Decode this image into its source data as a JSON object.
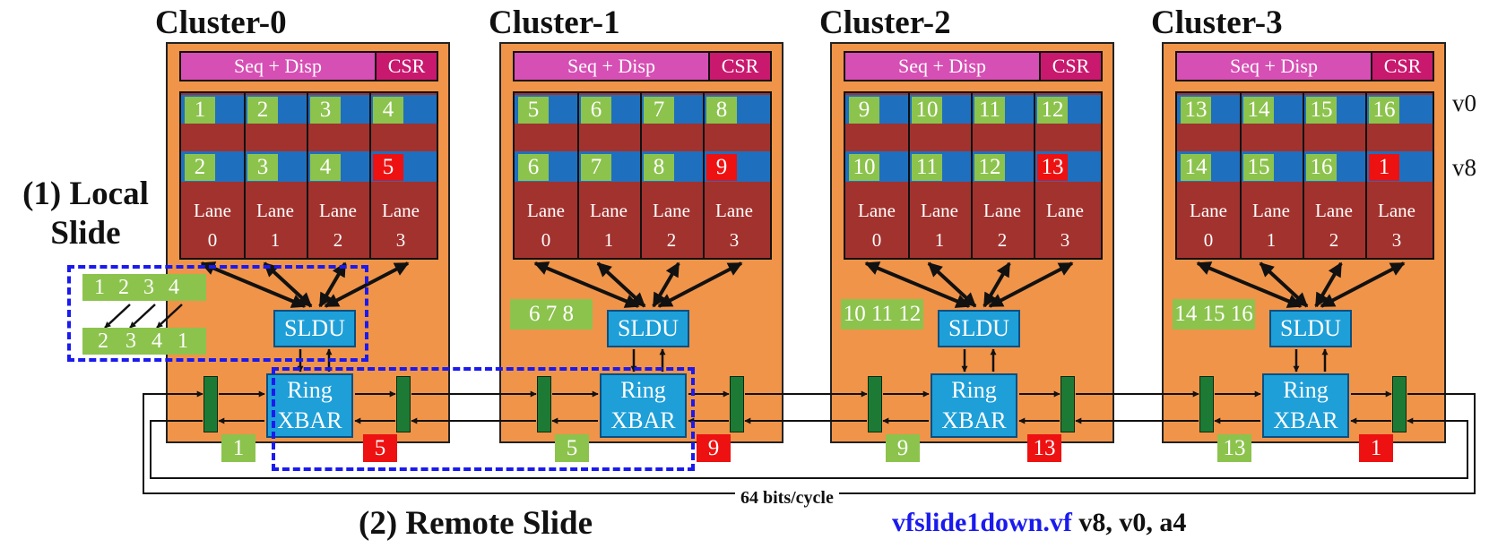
{
  "clusters": [
    {
      "title": "Cluster-0",
      "seq": "Seq + Disp",
      "csr": "CSR",
      "v0": [
        "1",
        "2",
        "3",
        "4"
      ],
      "v8": [
        {
          "v": "2",
          "red": false
        },
        {
          "v": "3",
          "red": false
        },
        {
          "v": "4",
          "red": false
        },
        {
          "v": "5",
          "red": true
        }
      ],
      "lanes": [
        [
          "Lane",
          "0"
        ],
        [
          "Lane",
          "1"
        ],
        [
          "Lane",
          "2"
        ],
        [
          "Lane",
          "3"
        ]
      ],
      "sldu": "SLDU",
      "xbar": [
        "Ring",
        "XBAR"
      ],
      "left_num": {
        "v": "1",
        "red": false
      },
      "right_num": {
        "v": "5",
        "red": true
      },
      "side": ""
    },
    {
      "title": "Cluster-1",
      "seq": "Seq + Disp",
      "csr": "CSR",
      "v0": [
        "5",
        "6",
        "7",
        "8"
      ],
      "v8": [
        {
          "v": "6",
          "red": false
        },
        {
          "v": "7",
          "red": false
        },
        {
          "v": "8",
          "red": false
        },
        {
          "v": "9",
          "red": true
        }
      ],
      "lanes": [
        [
          "Lane",
          "0"
        ],
        [
          "Lane",
          "1"
        ],
        [
          "Lane",
          "2"
        ],
        [
          "Lane",
          "3"
        ]
      ],
      "sldu": "SLDU",
      "xbar": [
        "Ring",
        "XBAR"
      ],
      "left_num": {
        "v": "5",
        "red": false
      },
      "right_num": {
        "v": "9",
        "red": true
      },
      "side": "6 7 8"
    },
    {
      "title": "Cluster-2",
      "seq": "Seq + Disp",
      "csr": "CSR",
      "v0": [
        "9",
        "10",
        "11",
        "12"
      ],
      "v8": [
        {
          "v": "10",
          "red": false
        },
        {
          "v": "11",
          "red": false
        },
        {
          "v": "12",
          "red": false
        },
        {
          "v": "13",
          "red": true
        }
      ],
      "lanes": [
        [
          "Lane",
          "0"
        ],
        [
          "Lane",
          "1"
        ],
        [
          "Lane",
          "2"
        ],
        [
          "Lane",
          "3"
        ]
      ],
      "sldu": "SLDU",
      "xbar": [
        "Ring",
        "XBAR"
      ],
      "left_num": {
        "v": "9",
        "red": false
      },
      "right_num": {
        "v": "13",
        "red": true
      },
      "side": "10 11 12"
    },
    {
      "title": "Cluster-3",
      "seq": "Seq + Disp",
      "csr": "CSR",
      "v0": [
        "13",
        "14",
        "15",
        "16"
      ],
      "v8": [
        {
          "v": "14",
          "red": false
        },
        {
          "v": "15",
          "red": false
        },
        {
          "v": "16",
          "red": false
        },
        {
          "v": "1",
          "red": true
        }
      ],
      "lanes": [
        [
          "Lane",
          "0"
        ],
        [
          "Lane",
          "1"
        ],
        [
          "Lane",
          "2"
        ],
        [
          "Lane",
          "3"
        ]
      ],
      "sldu": "SLDU",
      "xbar": [
        "Ring",
        "XBAR"
      ],
      "left_num": {
        "v": "13",
        "red": false
      },
      "right_num": {
        "v": "1",
        "red": true
      },
      "side": "14 15 16"
    }
  ],
  "reg_names": {
    "top": "v0",
    "bottom": "v8"
  },
  "local_slide": {
    "label": [
      "(1) Local",
      "Slide"
    ],
    "before": [
      "1",
      "2",
      "3",
      "4"
    ],
    "after": [
      "2",
      "3",
      "4",
      "1"
    ]
  },
  "remote_slide": "(2) Remote Slide",
  "bus_label": "64 bits/cycle",
  "instruction": {
    "op": "vfslide1down.vf",
    "args": " v8, v0, a4"
  },
  "colors": {
    "cluster": "#f0944a",
    "lane": "#a2322e",
    "seq": "#d64fb4",
    "csr": "#c8196f",
    "register": "#1f6fbf",
    "element": "#8cc34d",
    "remote_element": "#ee1111",
    "unit": "#1e9fd8",
    "bar": "#1d7a35",
    "highlight": "#1a1aee"
  }
}
